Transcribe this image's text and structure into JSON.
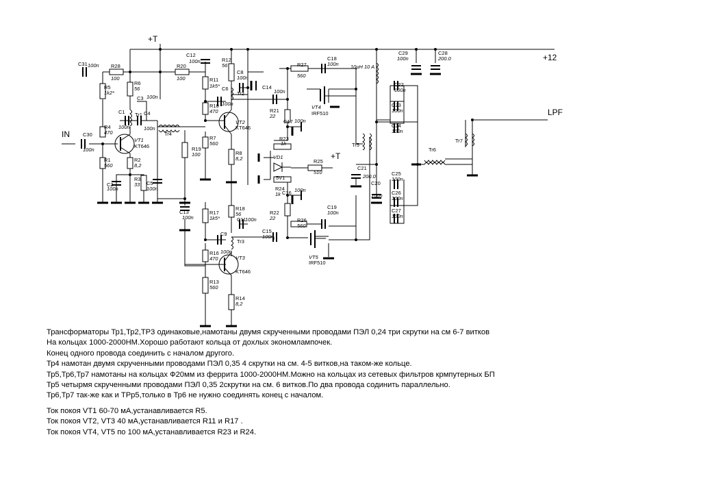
{
  "supply": {
    "plus_t": "+T",
    "plus_12": "+12",
    "in": "IN",
    "lpf": "LPF",
    "t_right": "+T"
  },
  "components": [
    {
      "id": "C31",
      "ref": "C31",
      "value": "100n"
    },
    {
      "id": "R28",
      "ref": "R28",
      "value": "100"
    },
    {
      "id": "R20",
      "ref": "R20",
      "value": "100"
    },
    {
      "id": "C12",
      "ref": "C12",
      "value": "100n"
    },
    {
      "id": "R12",
      "ref": "R12",
      "value": "56"
    },
    {
      "id": "C8",
      "ref": "C8",
      "value": "100n"
    },
    {
      "id": "R5",
      "ref": "R5",
      "value": "1k2*"
    },
    {
      "id": "R6",
      "ref": "R6",
      "value": "56"
    },
    {
      "id": "C3",
      "ref": "C3",
      "value": "100n"
    },
    {
      "id": "C1",
      "ref": "C1",
      "value": "100n"
    },
    {
      "id": "C4",
      "ref": "C4",
      "value": "100n"
    },
    {
      "id": "R11",
      "ref": "R11",
      "value": "1k5*"
    },
    {
      "id": "R10",
      "ref": "R10",
      "value": "470"
    },
    {
      "id": "C6",
      "ref": "C6",
      "value": "100n"
    },
    {
      "id": "C14",
      "ref": "C14",
      "value": "100n"
    },
    {
      "id": "R27",
      "ref": "R27",
      "value": "560"
    },
    {
      "id": "C18",
      "ref": "C18",
      "value": "100n"
    },
    {
      "id": "R4",
      "ref": "R4",
      "value": "470"
    },
    {
      "id": "C30",
      "ref": "C30",
      "value": "100n"
    },
    {
      "id": "R1",
      "ref": "R1",
      "value": "560"
    },
    {
      "id": "R2",
      "ref": "R2",
      "value": "8,2"
    },
    {
      "id": "C2",
      "ref": "C2",
      "value": "100n"
    },
    {
      "id": "R3",
      "ref": "R3",
      "value": "33"
    },
    {
      "id": "C5",
      "ref": "C5",
      "value": "100n"
    },
    {
      "id": "R19",
      "ref": "R19",
      "value": "100"
    },
    {
      "id": "R7",
      "ref": "R7",
      "value": "560"
    },
    {
      "id": "R8",
      "ref": "R8",
      "value": "8,2"
    },
    {
      "id": "R21",
      "ref": "R21",
      "value": "22"
    },
    {
      "id": "C17",
      "ref": "C17",
      "value": "100n"
    },
    {
      "id": "R23",
      "ref": "R23",
      "value": "1k"
    },
    {
      "id": "R25",
      "ref": "R25",
      "value": "510"
    },
    {
      "id": "R24",
      "ref": "R24",
      "value": "1k"
    },
    {
      "id": "C16",
      "ref": "C16",
      "value": "100n"
    },
    {
      "id": "C13",
      "ref": "C13",
      "value": "100n"
    },
    {
      "id": "R17",
      "ref": "R17",
      "value": "1k5*"
    },
    {
      "id": "R18",
      "ref": "R18",
      "value": "56"
    },
    {
      "id": "C11",
      "ref": "C11",
      "value": "100n"
    },
    {
      "id": "C9",
      "ref": "C9",
      "value": "100n"
    },
    {
      "id": "R16",
      "ref": "R16",
      "value": "470"
    },
    {
      "id": "R13",
      "ref": "R13",
      "value": "560"
    },
    {
      "id": "R14",
      "ref": "R14",
      "value": "8,2"
    },
    {
      "id": "R22",
      "ref": "R22",
      "value": "22"
    },
    {
      "id": "C15",
      "ref": "C15",
      "value": "100n"
    },
    {
      "id": "R26",
      "ref": "R26",
      "value": "560"
    },
    {
      "id": "C19",
      "ref": "C19",
      "value": "100n"
    },
    {
      "id": "C29",
      "ref": "C29",
      "value": "100n"
    },
    {
      "id": "C28",
      "ref": "C28",
      "value": "200.0"
    },
    {
      "id": "L1",
      "ref": "",
      "value": "10μH 10 A"
    },
    {
      "id": "C21",
      "ref": "C21",
      "value": "200.0"
    },
    {
      "id": "C20",
      "ref": "C20",
      "value": "100n"
    },
    {
      "id": "C22",
      "ref": "C22",
      "value": "100n"
    },
    {
      "id": "C23",
      "ref": "C23",
      "value": "100n"
    },
    {
      "id": "C24",
      "ref": "C24",
      "value": "100n"
    },
    {
      "id": "C25",
      "ref": "C25",
      "value": "100n"
    },
    {
      "id": "C26",
      "ref": "C26",
      "value": "100n"
    },
    {
      "id": "C27",
      "ref": "C27",
      "value": "100n"
    }
  ],
  "semis": [
    {
      "id": "VT1",
      "ref": "VT1",
      "type": "KT646"
    },
    {
      "id": "VT2",
      "ref": "VT2",
      "type": "KT646"
    },
    {
      "id": "VT3",
      "ref": "VT3",
      "type": "KT646"
    },
    {
      "id": "VT4",
      "ref": "VT4",
      "type": "IRF510"
    },
    {
      "id": "VT5",
      "ref": "VT5",
      "type": "IRF510"
    },
    {
      "id": "VD1",
      "ref": "VD1",
      "type": "5V1"
    }
  ],
  "transformers": [
    {
      "id": "Tr1",
      "ref": "Tr1"
    },
    {
      "id": "Tr2",
      "ref": "Tr2"
    },
    {
      "id": "Tr3",
      "ref": "Tr3"
    },
    {
      "id": "Tr4",
      "ref": "Tr4"
    },
    {
      "id": "Tr5",
      "ref": "Tr5"
    },
    {
      "id": "Tr6",
      "ref": "Tr6"
    },
    {
      "id": "Tr7",
      "ref": "Tr7"
    }
  ],
  "notes": [
    "Трансформаторы Тр1,Тр2,ТР3 одинаковые,намотаны двумя скрученными проводами ПЭЛ 0,24 три скрутки на см 6-7 витков",
    "На кольцах 1000-2000НМ.Хорошо работают кольца от дохлых экономлампочек.",
    "Конец одного провода соединить с началом другого.",
    "Тр4 намотан двумя скрученными проводами ПЭЛ 0,35 4 скрутки на см. 4-5 витков,на таком-же кольце.",
    "Тр5,Тр6,Тр7 намотаны на кольцах Ф20мм из феррита 1000-2000НМ.Можно на кольцах из сетевых фильтров крмпутерных БП",
    "Тр5 четырмя скрученными проводами ПЭЛ 0,35 2скрутки на см. 6 витков.По два провода содинить параллельно.",
    "Тр6,Тр7 так-же как и ТРр5,только в Тр6 не нужно соединять конец с началом."
  ],
  "bias_notes": [
    "Ток покоя VT1 60-70 мА,устанавливается R5.",
    "Ток покоя VT2, VT3  40 мА,устанавливается R11 и  R17 .",
    "Ток покоя VT4, VT5 по  100 мА,устанавливается R23 и  R24."
  ]
}
